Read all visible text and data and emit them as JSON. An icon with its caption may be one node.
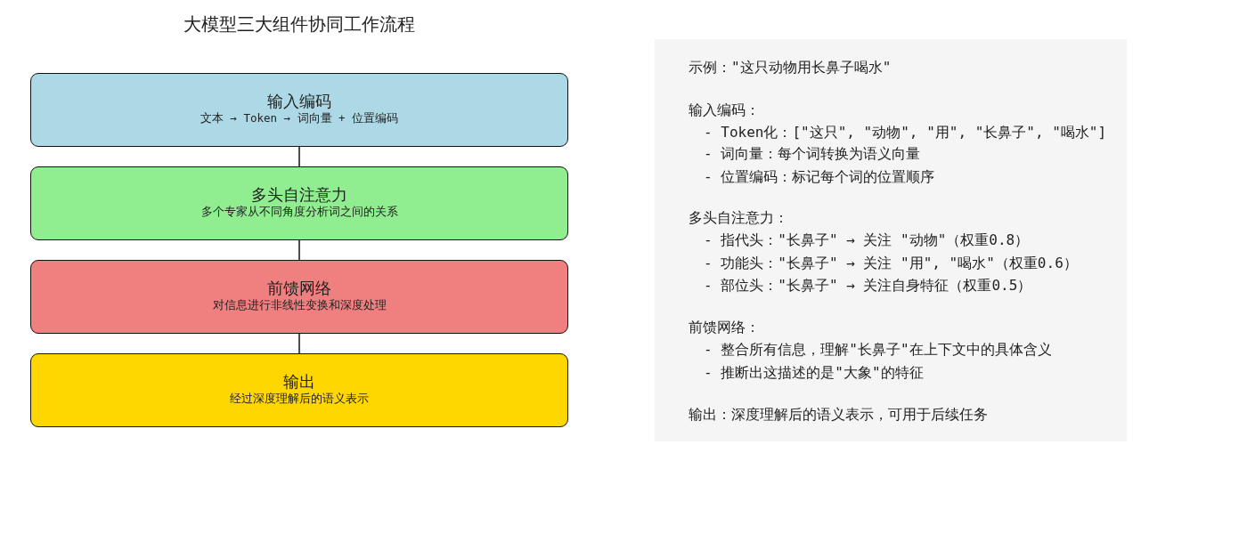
{
  "diagram": {
    "title": "大模型三大组件协同工作流程",
    "nodes": [
      {
        "text": [
          "输入编码",
          "文本 → Token → 词向量 + 位置编码"
        ]
      },
      {
        "text": [
          "多头自注意力",
          "多个专家从不同角度分析词之间的关系"
        ]
      },
      {
        "text": [
          "前馈网络",
          "对信息进行非线性变换和深度处理"
        ]
      },
      {
        "text": [
          "输出",
          "经过深度理解后的语义表示"
        ]
      },
      {
        "text": [
          "示例：\"这只动物用长鼻子喝水\"",
          "输入编码：",
          "- Token化：[\"这只\", \"动物\", \"用\", \"长鼻子\", \"喝水\"]",
          "- 词向量：每个词转换为语义向量",
          "- 位置编码：标记每个词的位置顺序",
          "多头自注意力：",
          "- 指代头：\"长鼻子\" → 关注 \"动物\"（权重0.8）",
          "- 功能头：\"长鼻子\" → 关注 \"用\", \"喝水\"（权重0.6）",
          "- 部位头：\"长鼻子\" → 关注自身特征（权重0.5）",
          "前馈网络：",
          "- 整合所有信息，理解\"长鼻子\"在上下文中的具体含义",
          "- 推断出这描述的是\"大象\"的特征",
          "输出：深度理解后的语义表示，可用于后续任务"
        ]
      }
    ],
    "edges": [
      {
        "from": 0,
        "to": 1,
        "arrow": "none"
      },
      {
        "from": 1,
        "to": 2,
        "arrow": "none"
      },
      {
        "from": 2,
        "to": 3,
        "arrow": "none"
      }
    ]
  }
}
